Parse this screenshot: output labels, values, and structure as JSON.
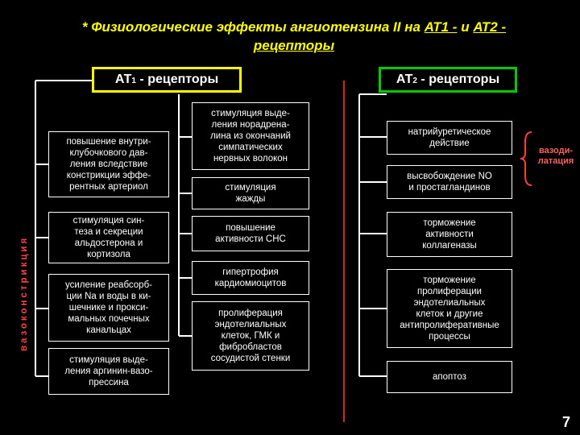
{
  "title": {
    "prefix": "*  Физиологические эффекты ангиотензина II на ",
    "at1": "АТ1 -",
    "mid": "  и ",
    "at2": "АТ2 -",
    "line2": "рецепторы"
  },
  "at1_header": {
    "main": "АТ",
    "sub": "1",
    "rest": " - рецепторы"
  },
  "at2_header": {
    "main": "АТ",
    "sub": "2",
    "rest": " - рецепторы"
  },
  "side_label": "вазоконстрикция",
  "left_col": [
    "повышение внутри-\nклубочкового дав-\nления вследствие\nконстрикции эффе-\nрентных артериол",
    "стимуляция син-\nтеза и секреции\nальдостерона и\nкортизола",
    "усиление реабсорб-\nции Na и воды в ки-\nшечнике и прокси-\nмальных почечных\nканальцах",
    "стимуляция выде-\nления аргинин-вазо-\nпрессина"
  ],
  "mid_col": [
    "стимуляция выде-\nления норадрена-\nлина из окончаний\nсимпатических\nнервных волокон",
    "стимуляция\nжажды",
    "повышение\nактивности СНС",
    "гипертрофия\nкардиомиоцитов",
    "пролиферация\nэндотелиальных\nклеток, ГМК и\nфибробластов\nсосудистой стенки"
  ],
  "right_col": [
    "натрийуретическое\nдействие",
    "высвобождение NO\nи простагландинов",
    "торможение\nактивности\nколлагеназы",
    "торможение\nпролиферации\nэндотелиальных\nклеток и другие\nантипролиферативные\nпроцессы",
    "апоптоз"
  ],
  "vasodilatation": "вазоди-\nлатация",
  "slide_number": "7",
  "colors": {
    "title": "#ffff00",
    "at1_border": "#ffff00",
    "at2_border": "#00cc00",
    "divider": "#dd2222",
    "side_label": "#ff4040",
    "box_border": "#ffffff"
  }
}
